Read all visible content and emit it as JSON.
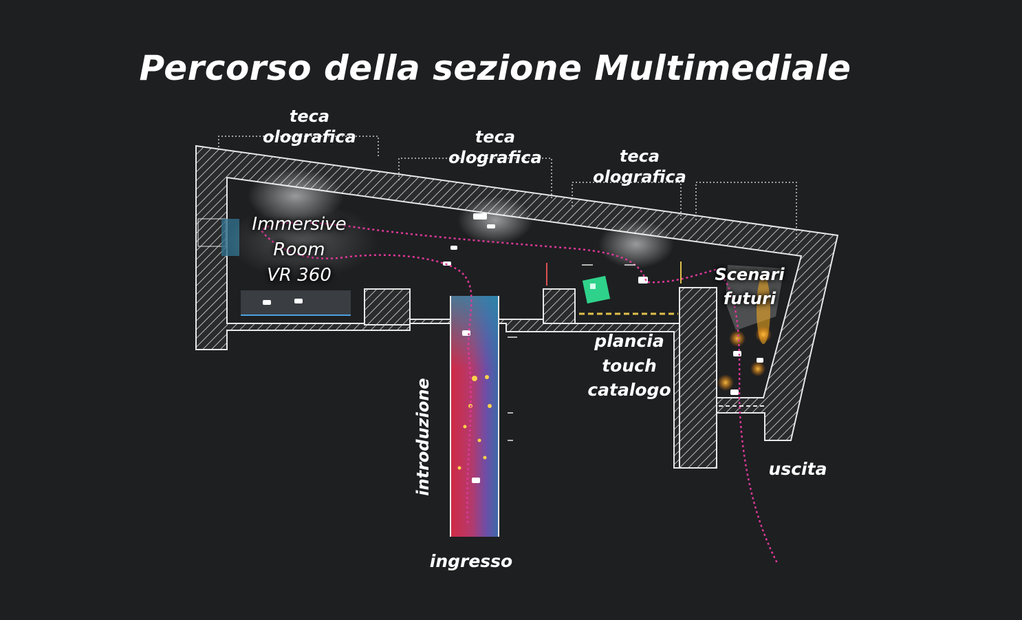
{
  "title": "Percorso della sezione Multimediale",
  "labels": {
    "teca1": [
      "teca",
      "olografica"
    ],
    "teca2": [
      "teca",
      "olografica"
    ],
    "teca3": [
      "teca",
      "olografica"
    ],
    "immersive": [
      "Immersive",
      "Room",
      "VR 360"
    ],
    "scenari": [
      "Scenari",
      "futuri"
    ],
    "plancia": [
      "plancia",
      "touch",
      "catalogo"
    ],
    "introduzione": "introduzione",
    "ingresso": "ingresso",
    "uscita": "uscita"
  },
  "colors": {
    "background": "#1e1f21",
    "wall": "#e8e8e8",
    "path": "#e0389a",
    "corridor": "#c8284a",
    "green": "#2fd28a",
    "amber": "#ffb020"
  }
}
